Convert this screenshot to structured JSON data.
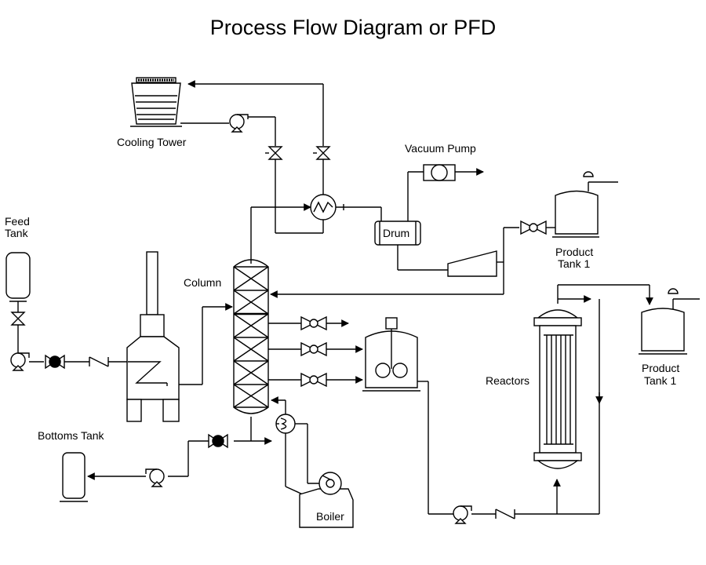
{
  "title": "Process Flow Diagram or PFD",
  "labels": {
    "cooling_tower": "Cooling Tower",
    "vacuum_pump": "Vacuum Pump",
    "feed_tank_line1": "Feed",
    "feed_tank_line2": "Tank",
    "column": "Column",
    "drum": "Drum",
    "product_tank_a_line1": "Product",
    "product_tank_a_line2": "Tank 1",
    "product_tank_b_line1": "Product",
    "product_tank_b_line2": "Tank 1",
    "reactors": "Reactors",
    "bottoms_tank": "Bottoms Tank",
    "boiler": "Boiler"
  }
}
